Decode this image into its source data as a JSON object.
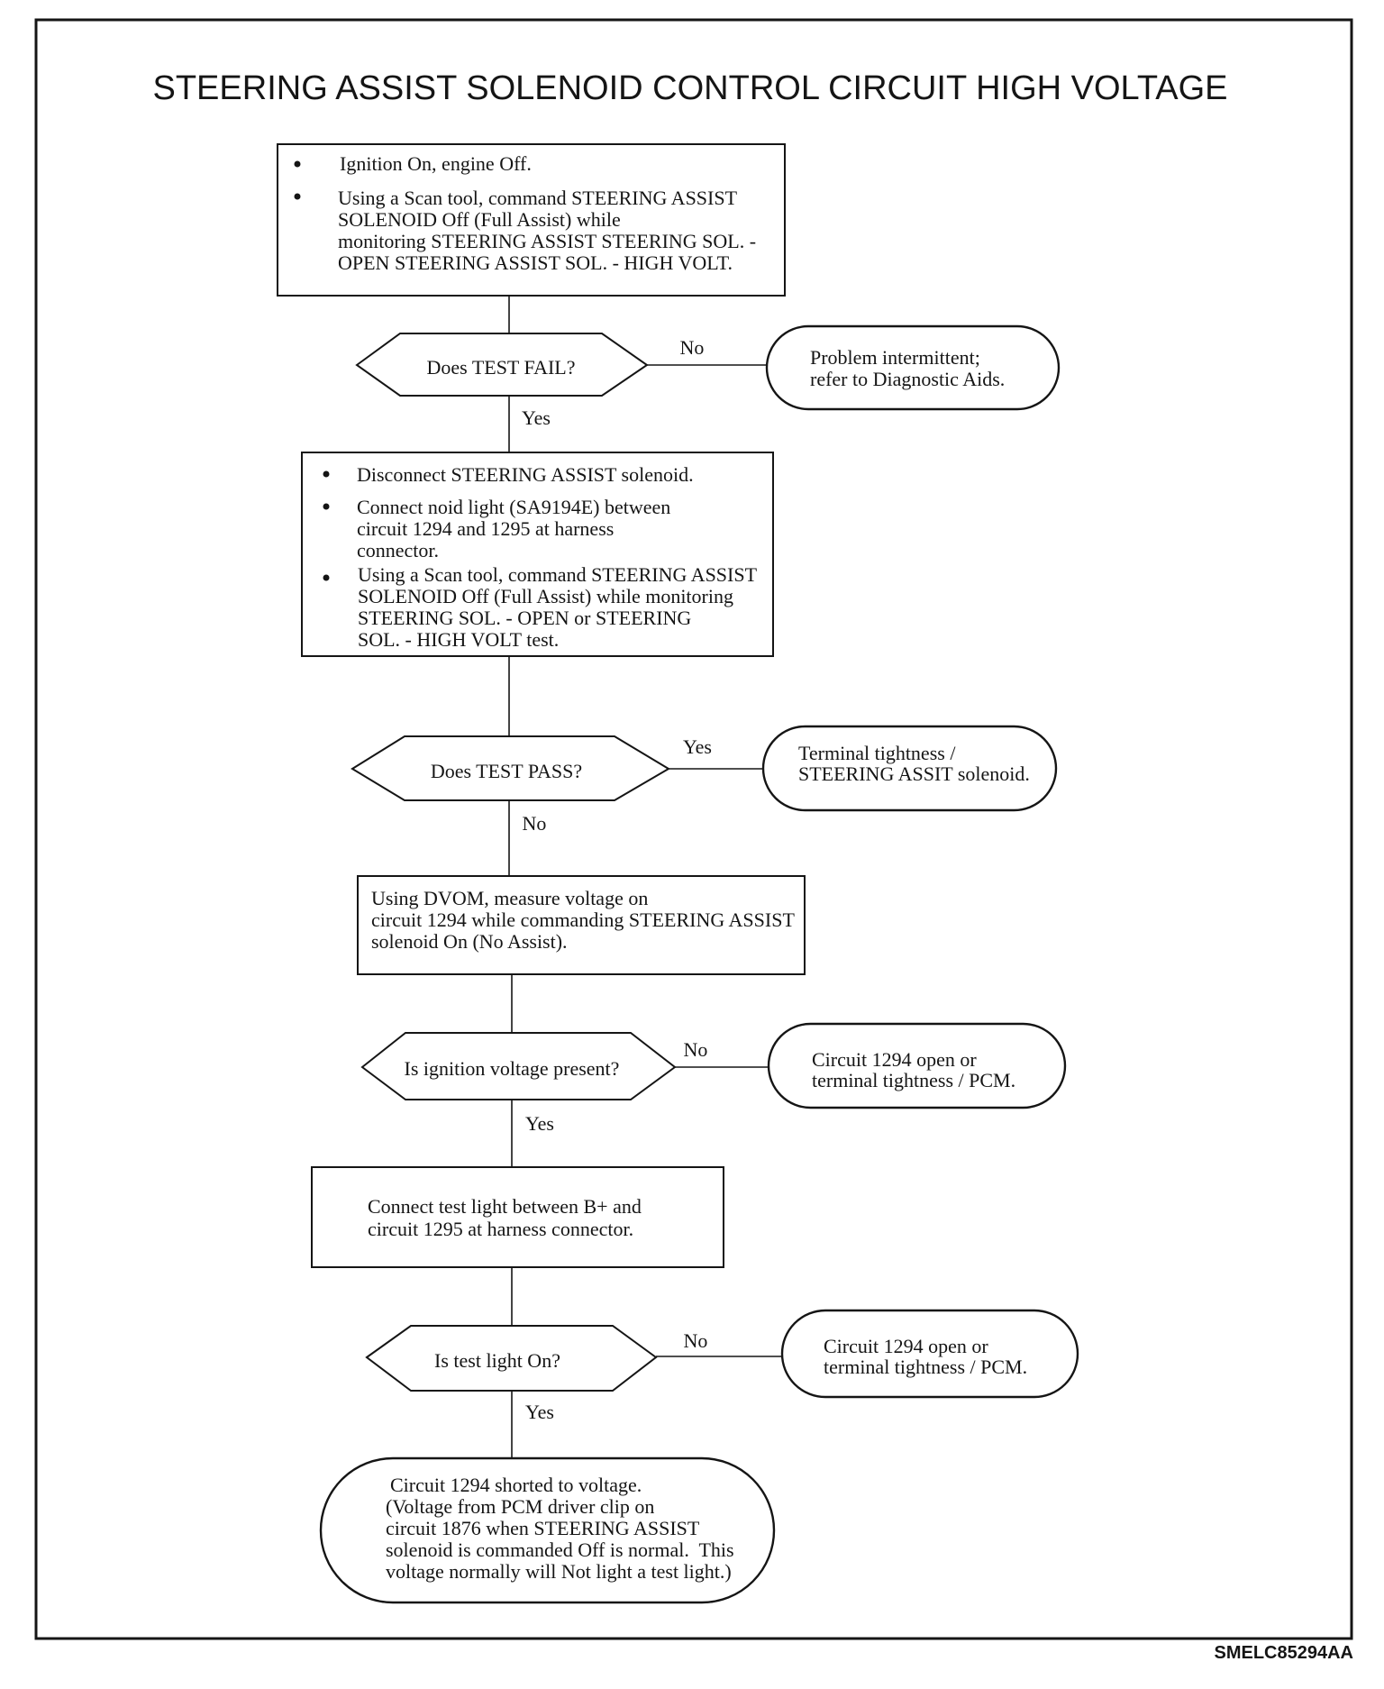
{
  "title": "STEERING ASSIST SOLENOID CONTROL CIRCUIT HIGH VOLTAGE",
  "figure_code": "SMELC85294AA",
  "colors": {
    "ink": "#151515",
    "paper": "#ffffff"
  },
  "flowchart": {
    "step_1": {
      "bullets": [
        {
          "lines": [
            "Ignition On, engine Off."
          ]
        },
        {
          "lines": [
            "Using a Scan tool, command STEERING ASSIST",
            "SOLENOID Off (Full Assist) while",
            "monitoring STEERING ASSIST STEERING SOL. -",
            "OPEN STEERING ASSIST SOL. - HIGH VOLT."
          ]
        }
      ]
    },
    "decision_1": {
      "question": "Does TEST FAIL?",
      "no_label": "No",
      "yes_label": "Yes"
    },
    "result_1": {
      "lines": [
        "Problem intermittent;",
        "refer to Diagnostic Aids."
      ]
    },
    "step_2": {
      "bullets": [
        {
          "lines": [
            "Disconnect STEERING ASSIST solenoid."
          ]
        },
        {
          "lines": [
            "Connect noid light (SA9194E) between",
            "circuit 1294 and 1295 at harness",
            "connector."
          ]
        },
        {
          "lines": [
            "Using a Scan tool, command STEERING ASSIST",
            "SOLENOID Off (Full Assist) while monitoring",
            "STEERING SOL. - OPEN or STEERING",
            "SOL. - HIGH VOLT test."
          ]
        }
      ]
    },
    "decision_2": {
      "question": "Does TEST PASS?",
      "yes_label": "Yes",
      "no_label": "No"
    },
    "result_2": {
      "lines": [
        "Terminal tightness /",
        "STEERING ASSIT solenoid."
      ]
    },
    "step_3": {
      "lines": [
        "Using DVOM, measure voltage on",
        "circuit 1294 while commanding STEERING ASSIST",
        "solenoid On (No Assist)."
      ]
    },
    "decision_3": {
      "question": "Is ignition voltage present?",
      "no_label": "No",
      "yes_label": "Yes"
    },
    "result_3": {
      "lines": [
        "Circuit 1294 open or",
        "terminal tightness / PCM."
      ]
    },
    "step_4": {
      "lines": [
        "Connect test light between B+ and",
        "circuit 1295 at harness connector."
      ]
    },
    "decision_4": {
      "question": "Is test light On?",
      "no_label": "No",
      "yes_label": "Yes"
    },
    "result_4": {
      "lines": [
        "Circuit 1294 open or",
        "terminal tightness / PCM."
      ]
    },
    "result_5": {
      "lines": [
        "Circuit 1294 shorted to voltage.",
        "(Voltage from PCM driver clip on",
        "circuit 1876 when STEERING ASSIST",
        "solenoid is commanded Off is normal.  This",
        "voltage normally will Not light a test light.)"
      ]
    }
  }
}
